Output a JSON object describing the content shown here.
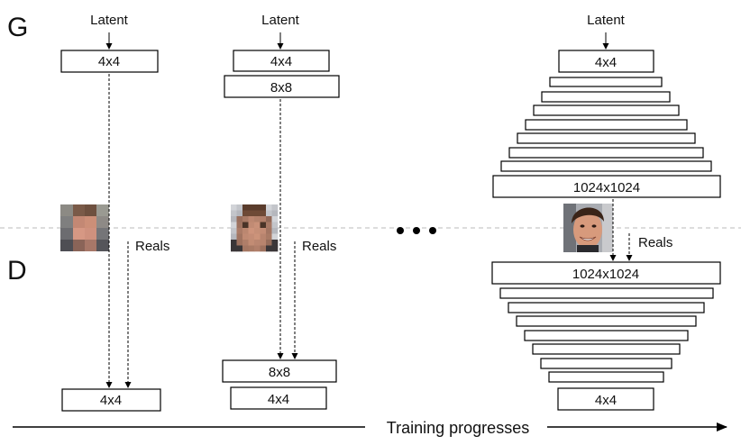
{
  "labels": {
    "generator": "G",
    "discriminator": "D",
    "latent": "Latent",
    "reals": "Reals",
    "training": "Training progresses"
  },
  "boxes": {
    "s1_g_4x4": "4x4",
    "s1_d_4x4": "4x4",
    "s2_g_4x4": "4x4",
    "s2_g_8x8": "8x8",
    "s2_d_8x8": "8x8",
    "s2_d_4x4": "4x4",
    "s3_g_4x4": "4x4",
    "s3_g_1024": "1024x1024",
    "s3_d_1024": "1024x1024",
    "s3_d_4x4": "4x4"
  },
  "colors": {
    "stroke": "#000000",
    "separator": "#bbbbbb"
  },
  "icons": [
    "face-4x4-image",
    "face-8x8-image",
    "face-1024-image",
    "ellipsis-dots"
  ]
}
